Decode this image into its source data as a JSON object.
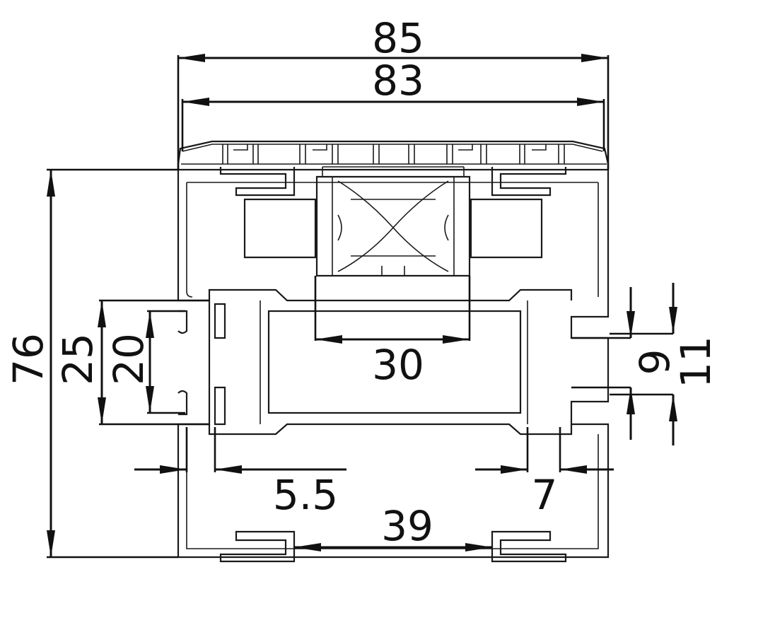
{
  "diagram": {
    "dimensions": [
      {
        "id": "overall-width",
        "label": "85"
      },
      {
        "id": "cover-width",
        "label": "83"
      },
      {
        "id": "overall-height",
        "label": "76"
      },
      {
        "id": "slot-outer-height",
        "label": "25"
      },
      {
        "id": "slot-inner-height",
        "label": "20"
      },
      {
        "id": "strip-width",
        "label": "30"
      },
      {
        "id": "side-slot-inner",
        "label": "9"
      },
      {
        "id": "side-slot-outer",
        "label": "11"
      },
      {
        "id": "left-wall-gap",
        "label": "5.5"
      },
      {
        "id": "right-wall-gap",
        "label": "7"
      },
      {
        "id": "bottom-gap",
        "label": "39"
      }
    ]
  }
}
